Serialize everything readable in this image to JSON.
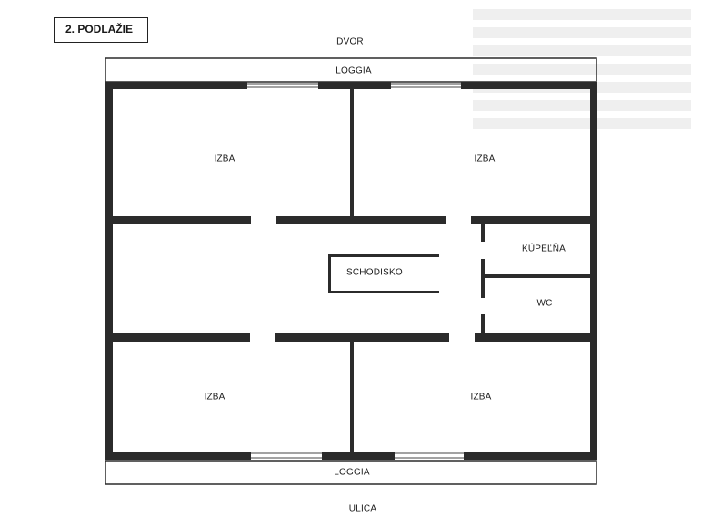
{
  "floor_label": "2. PODLAŽIE",
  "orientation": {
    "top": "DVOR",
    "bottom": "ULICA"
  },
  "rooms": {
    "loggia_top": "LOGGIA",
    "room_top_left": "IZBA",
    "room_top_right": "IZBA",
    "bathroom": "KÚPEĽŇA",
    "wc": "WC",
    "stairs": "SCHODISKO",
    "room_bottom_left": "IZBA",
    "room_bottom_right": "IZBA",
    "loggia_bottom": "LOGGIA"
  },
  "colors": {
    "wall": "#2b2b2b",
    "background": "#ffffff"
  }
}
